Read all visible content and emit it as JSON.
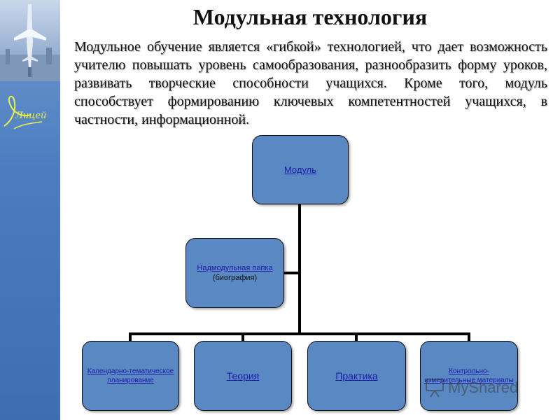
{
  "title": "Модульная технология",
  "intro_text": "Модульное обучение является «гибкой» технологией, что дает возможность учителю повышать уровень самообразования, разнообразить форму уроков, развивать творческие способности учащихся. Кроме того, модуль способствует формированию ключевых компетентностей учащихся, в частности, информационной.",
  "sidebar": {
    "logo_text": "Лицей",
    "photo_icon": "airplane-monument-photo",
    "logo_icon": "lyceum-swirl-logo"
  },
  "diagram": {
    "root": {
      "label": "Модуль"
    },
    "branch": {
      "label": "Надмодульная папка",
      "sublabel": "(биография)"
    },
    "children": [
      {
        "label": "Календарно-тематическое планирование"
      },
      {
        "label": "Теория"
      },
      {
        "label": "Практика"
      },
      {
        "label": "Контрольно-измерительные материалы"
      }
    ]
  },
  "watermark": {
    "text": "MyShared"
  },
  "colors": {
    "node_fill": "#5a88c2",
    "link_text": "#1c1ca8",
    "sidebar": "#4d7dc0",
    "connector": "#000000"
  }
}
